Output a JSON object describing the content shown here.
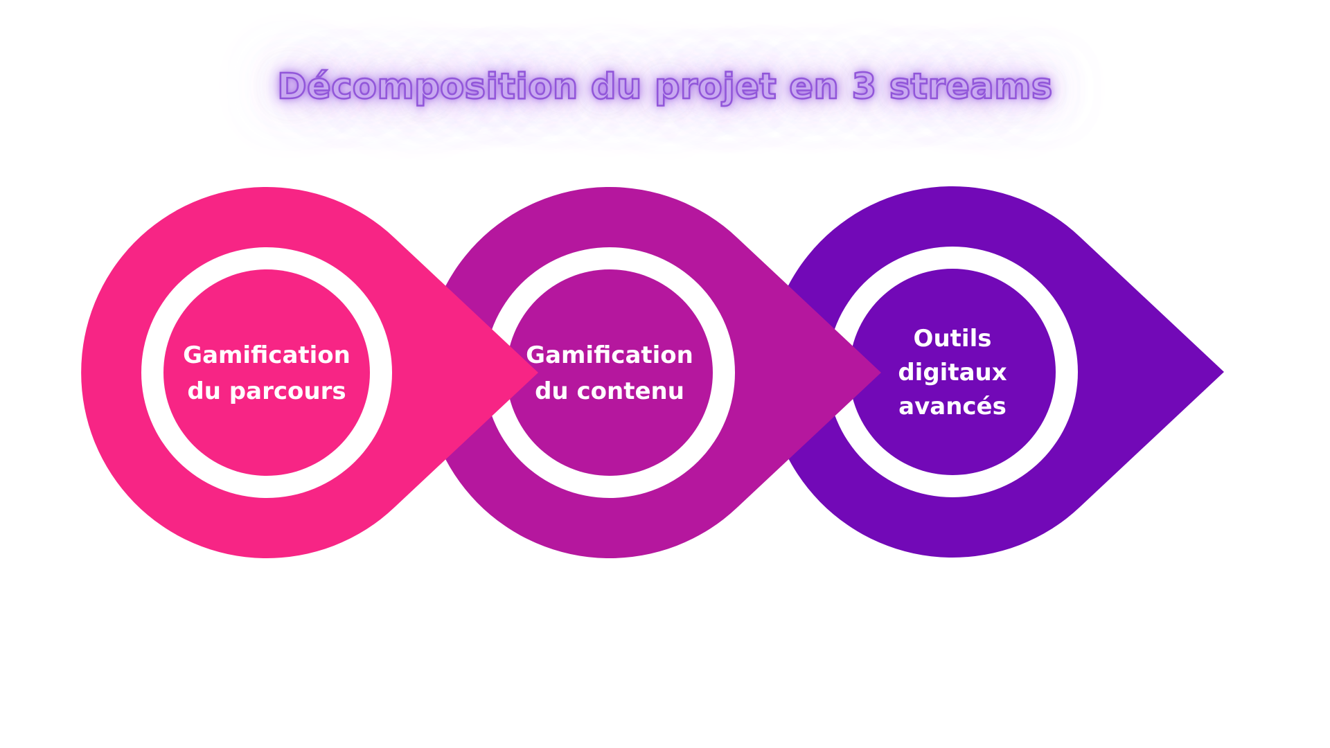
{
  "background_color": "#ffffff",
  "title": {
    "text": "Décomposition du projet en 3 streams",
    "fill_color": "#c9a9f1",
    "outline_color": "#9156d9"
  },
  "streams": [
    {
      "name": "stream-1",
      "color": "#F72585",
      "ring_color": "#ffffff",
      "label_line1": "Gamification",
      "label_line2": "du parcours"
    },
    {
      "name": "stream-2",
      "color": "#B5179E",
      "ring_color": "#ffffff",
      "label_line1": "Gamification",
      "label_line2": "du contenu"
    },
    {
      "name": "stream-3",
      "color": "#7209B7",
      "ring_color": "#ffffff",
      "label_line1": "Outils",
      "label_line2": "digitaux",
      "label_line3": "avancés"
    }
  ]
}
